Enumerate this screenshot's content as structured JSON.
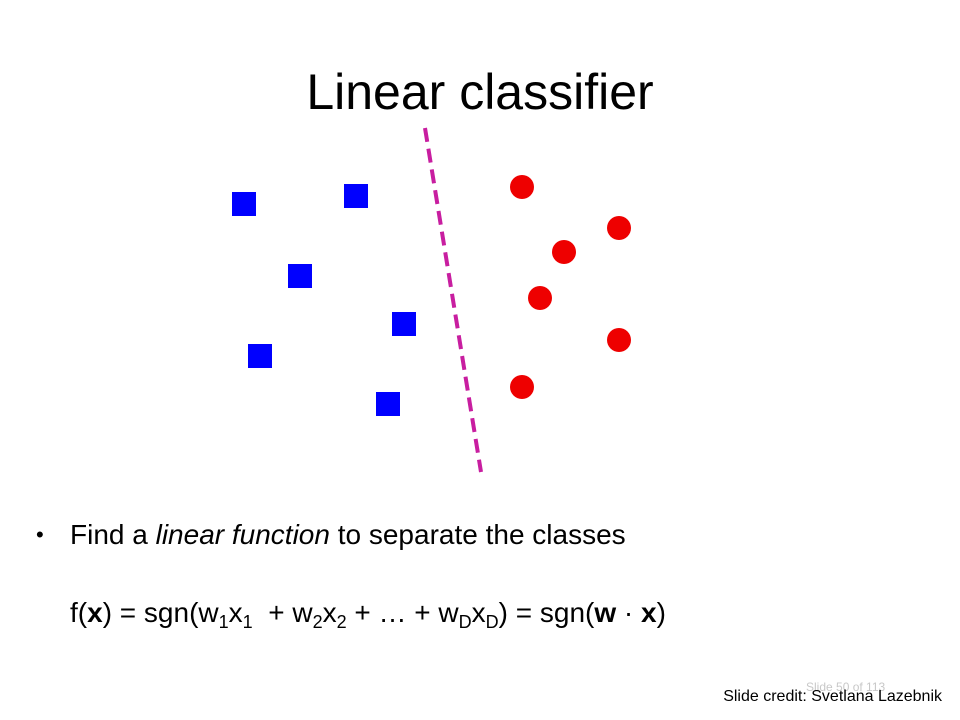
{
  "title": "Linear classifier",
  "bullet": {
    "prefix": "Find a ",
    "emphasis": "linear function",
    "suffix": " to separate the classes"
  },
  "formula": {
    "f": "f(",
    "x": "x",
    "eq": ") = sgn(w",
    "s1a": "1",
    "t1": "x",
    "s1b": "1",
    "plus1": "  + w",
    "s2a": "2",
    "t2": "x",
    "s2b": "2",
    "plus2": " + … + w",
    "sDa": "D",
    "tD": "x",
    "sDb": "D",
    "eq2": ") = sgn(",
    "w": "w",
    "dot": " · ",
    "x2": "x",
    "close": ")"
  },
  "footer": {
    "slide_number": "Slide 50 of 113",
    "credit": "Slide credit: Svetlana Lazebnik"
  },
  "colors": {
    "square_class": "#0000ff",
    "circle_class": "#ee0000",
    "separator": "#c81ea0"
  }
}
